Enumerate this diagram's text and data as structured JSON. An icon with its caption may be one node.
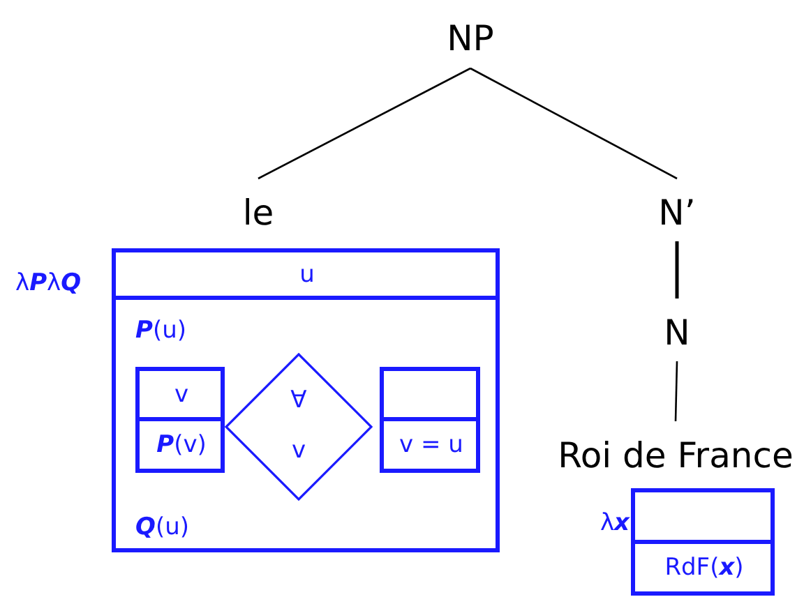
{
  "diagram": {
    "nodes": [
      {
        "text": [
          "NP"
        ]
      },
      {
        "text": [
          "le"
        ]
      },
      {
        "text": [
          "N’"
        ]
      },
      {
        "text": [
          "N"
        ]
      },
      {
        "text": [
          "Roi de France"
        ]
      },
      {
        "text": [
          "λ**P**λ**Q**",
          "u",
          "**P**(u)",
          "**Q**(u)"
        ]
      },
      {
        "text": [
          "v",
          "**P**(v)"
        ],
        "in": 5
      },
      {
        "text": [
          "∀",
          "v"
        ],
        "in": 5
      },
      {
        "text": [
          "v = u"
        ],
        "in": 5
      },
      {
        "text": [
          "λ**x**",
          "RdF(**x**)"
        ]
      }
    ],
    "edges": [
      {
        "from": 0,
        "to": 1,
        "arrow": "none"
      },
      {
        "from": 0,
        "to": 2,
        "arrow": "none"
      },
      {
        "from": 2,
        "to": 3,
        "arrow": "none"
      },
      {
        "from": 3,
        "to": 4,
        "arrow": "none"
      }
    ]
  }
}
